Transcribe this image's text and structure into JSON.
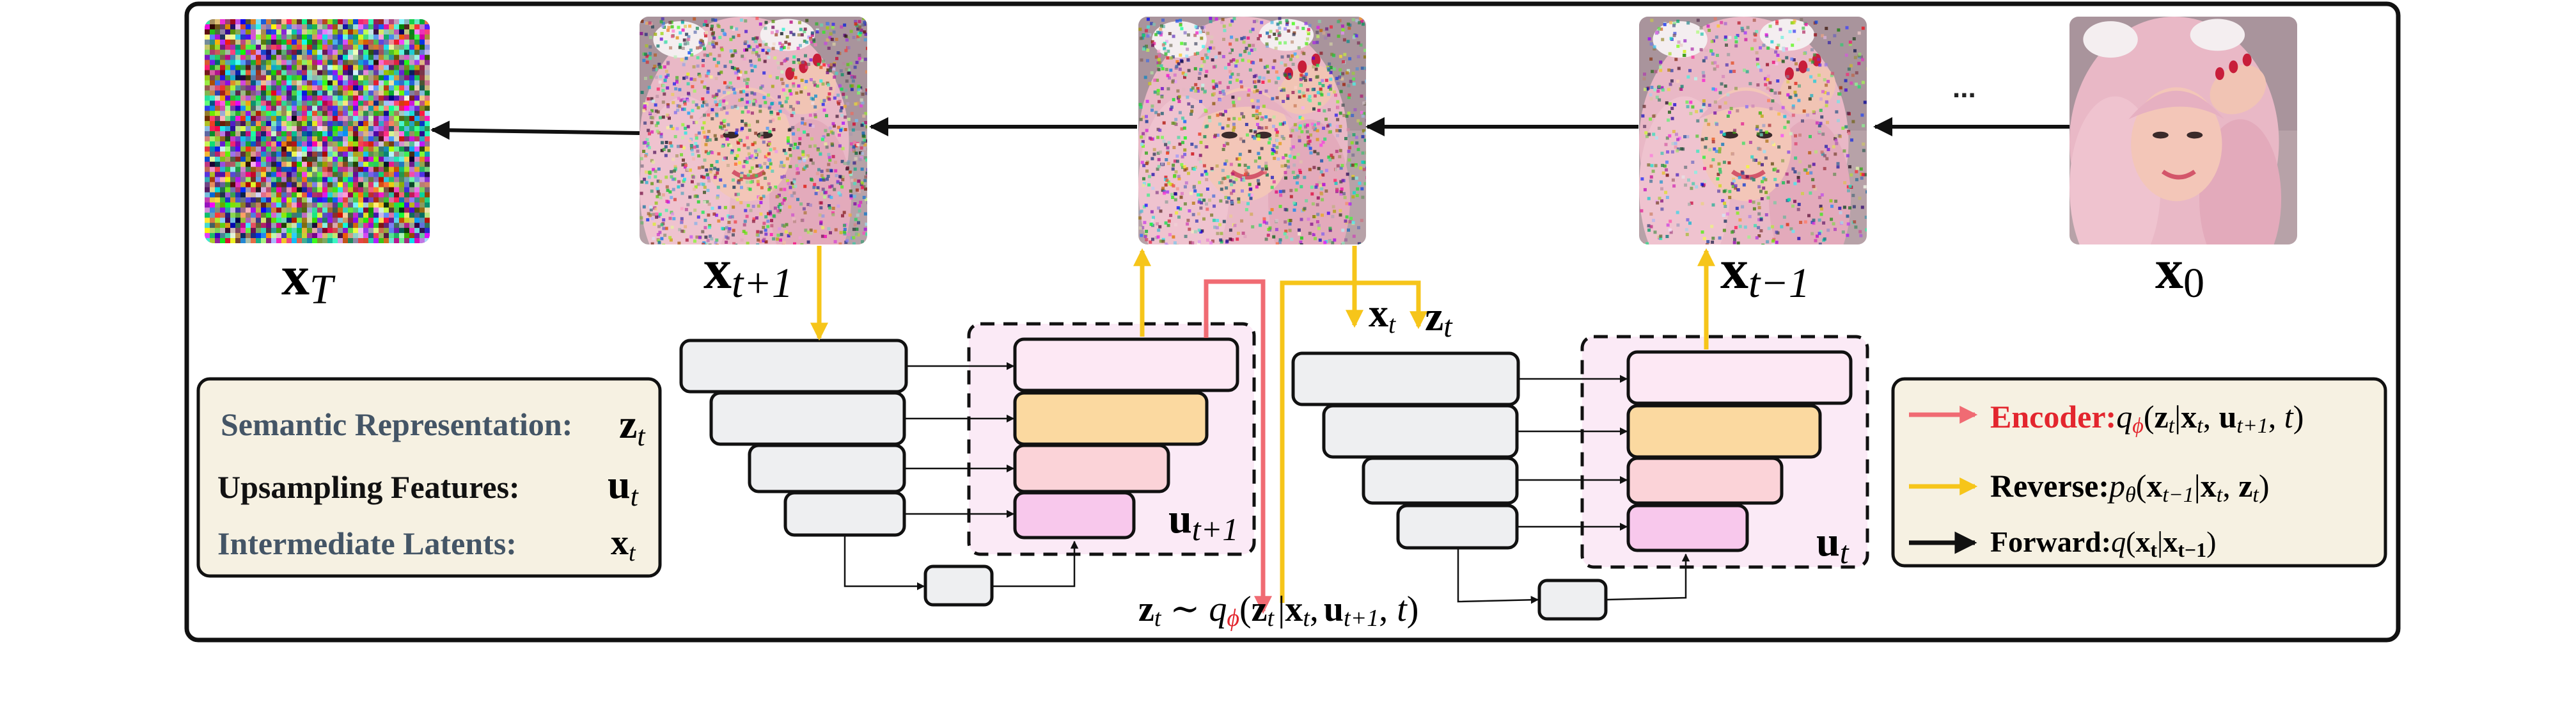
{
  "images": {
    "xT": {
      "label": "x",
      "sub": "T",
      "kind": "noise",
      "seed": 7
    },
    "xt1": {
      "label": "x",
      "sub": "t+1",
      "kind": "face",
      "noise": 0.55,
      "seed": 11
    },
    "xt": {
      "label": "",
      "sub": "",
      "kind": "face",
      "noise": 0.45,
      "seed": 23
    },
    "xtm1": {
      "label": "x",
      "sub": "t−1",
      "kind": "face",
      "noise": 0.28,
      "seed": 31
    },
    "x0": {
      "label": "x",
      "sub": "0",
      "kind": "face",
      "noise": 0.0,
      "seed": 41
    }
  },
  "ellipsis": "...",
  "unet_left": {
    "u_label": "u",
    "u_sub": "t+1"
  },
  "unet_right": {
    "u_label": "u",
    "u_sub": "t",
    "in_x": "x",
    "in_x_sub": "t",
    "in_z": "z",
    "in_z_sub": "t"
  },
  "sample_formula": {
    "z": "z",
    "z_sub": "t",
    "sim": "∼",
    "q": "q",
    "phi": "ϕ",
    "args_open": "(",
    "zt": "z",
    "zt_sub": "t",
    "bar": "|",
    "x": "x",
    "x_sub": "t",
    "comma1": ",",
    "u": "u",
    "u_sub": "t+1",
    "comma2": ", ",
    "t": "t",
    "args_close": ")"
  },
  "legend_left": {
    "semantic_label": "Semantic Representation:",
    "semantic_sym": "z",
    "semantic_sub": "t",
    "upsampling_label": "Upsampling Features:",
    "upsampling_sym": "u",
    "upsampling_sub": "t",
    "latents_label": "Intermediate Latents:",
    "latents_sym": "x",
    "latents_sub": "t"
  },
  "legend_right": {
    "encoder_label": "Encoder:",
    "encoder_formula": {
      "q": "q",
      "phi": "ϕ",
      "open": "(",
      "z": "z",
      "z_sub": "t",
      "bar": "|",
      "x": "x",
      "x_sub": "t",
      "c1": ", ",
      "u": "u",
      "u_sub": "t+1",
      "c2": ", ",
      "t": "t",
      "close": ")"
    },
    "reverse_label": "Reverse:",
    "reverse_formula": {
      "p": "p",
      "theta": "θ",
      "open": "(",
      "x": "x",
      "x_sub": "t−1",
      "bar": "|",
      "x2": "x",
      "x2_sub": "t",
      "c1": ", ",
      "z": "z",
      "z_sub": "t",
      "close": ")"
    },
    "forward_label": "Forward:",
    "forward_formula": {
      "q": "q",
      "open": "(",
      "x": "x",
      "x_sub": "t",
      "bar": "|",
      "x2": "x",
      "x2_sub": "t−1",
      "close": ")"
    }
  },
  "colors": {
    "encoder": "#f06b73",
    "reverse": "#f6c51a",
    "forward": "#111111",
    "legend_bg": "#f6f1e2",
    "gray_block": "#eeeff1",
    "decoder_bg": "#fbeaf6",
    "dec1": "#fde8f4",
    "dec2": "#fbd9a0",
    "dec3": "#fbd3d8",
    "dec4": "#f8c8ec",
    "semantic_text": "#445566",
    "encoder_text": "#e3262e"
  }
}
